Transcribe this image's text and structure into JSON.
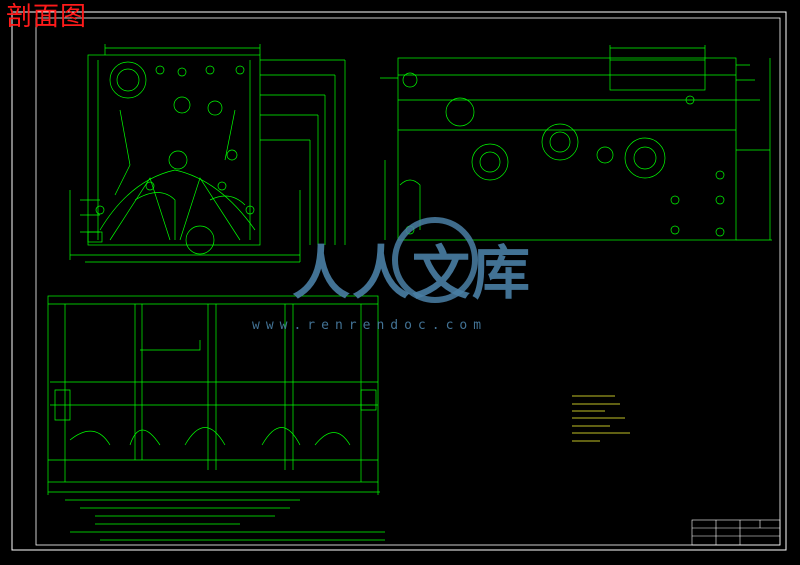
{
  "title": "剖面图",
  "watermark": {
    "logo": "人人文库",
    "url": "www.renrendoc.com"
  },
  "colors": {
    "background": "#000000",
    "frame": "#ffffff",
    "lines": "#00ff00",
    "title": "#ff1a1a",
    "notes": "#ffff33",
    "watermark": "#4a7fa5"
  }
}
